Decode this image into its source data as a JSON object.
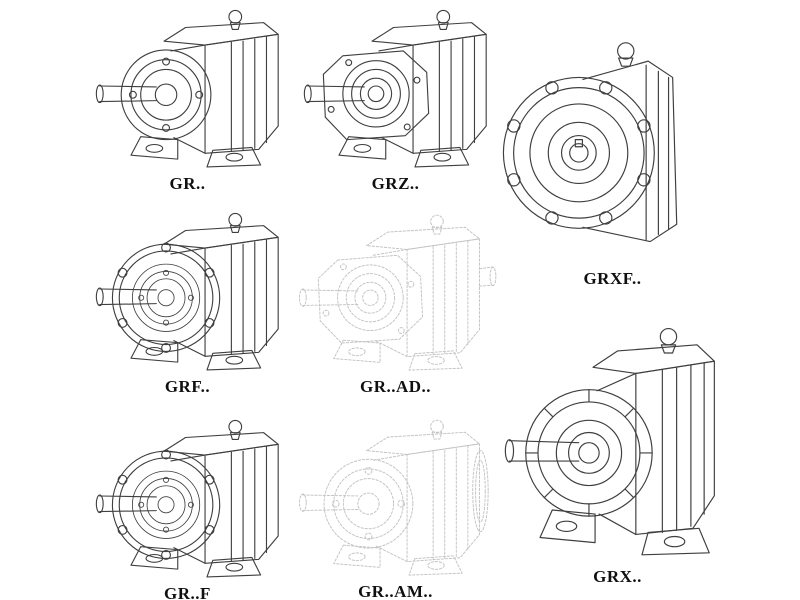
{
  "page": {
    "kind": "gear-reducer-catalog-line-drawings",
    "background": "#ffffff"
  },
  "colors": {
    "line": "#3f3f3f",
    "ghost": "#c3c3c3",
    "label": "#101010"
  },
  "figures": [
    {
      "id": "gr",
      "label": "GR..",
      "style": "solid"
    },
    {
      "id": "grz",
      "label": "GRZ..",
      "style": "solid"
    },
    {
      "id": "grxf",
      "label": "GRXF..",
      "style": "solid"
    },
    {
      "id": "grf",
      "label": "GRF..",
      "style": "solid"
    },
    {
      "id": "gr-ad",
      "label": "GR..AD..",
      "style": "ghost"
    },
    {
      "id": "gr-f",
      "label": "GR..F",
      "style": "solid"
    },
    {
      "id": "gr-am",
      "label": "GR..AM..",
      "style": "ghost"
    },
    {
      "id": "grx",
      "label": "GRX..",
      "style": "solid"
    }
  ]
}
